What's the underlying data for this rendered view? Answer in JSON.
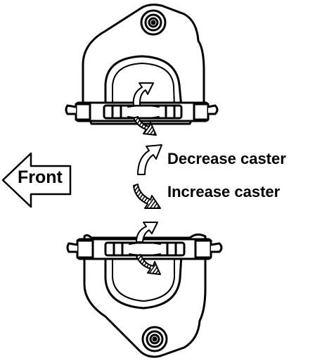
{
  "labels": {
    "front": "Front",
    "decrease": "Decrease caster",
    "increase": "Increase caster"
  },
  "icons": {
    "front_arrow": "left-arrow-outline-icon",
    "decrease_arrow": "curved-outline-arrow-icon",
    "increase_arrow": "curved-hatched-arrow-icon"
  },
  "colors": {
    "line": "#000000",
    "background": "#ffffff"
  }
}
